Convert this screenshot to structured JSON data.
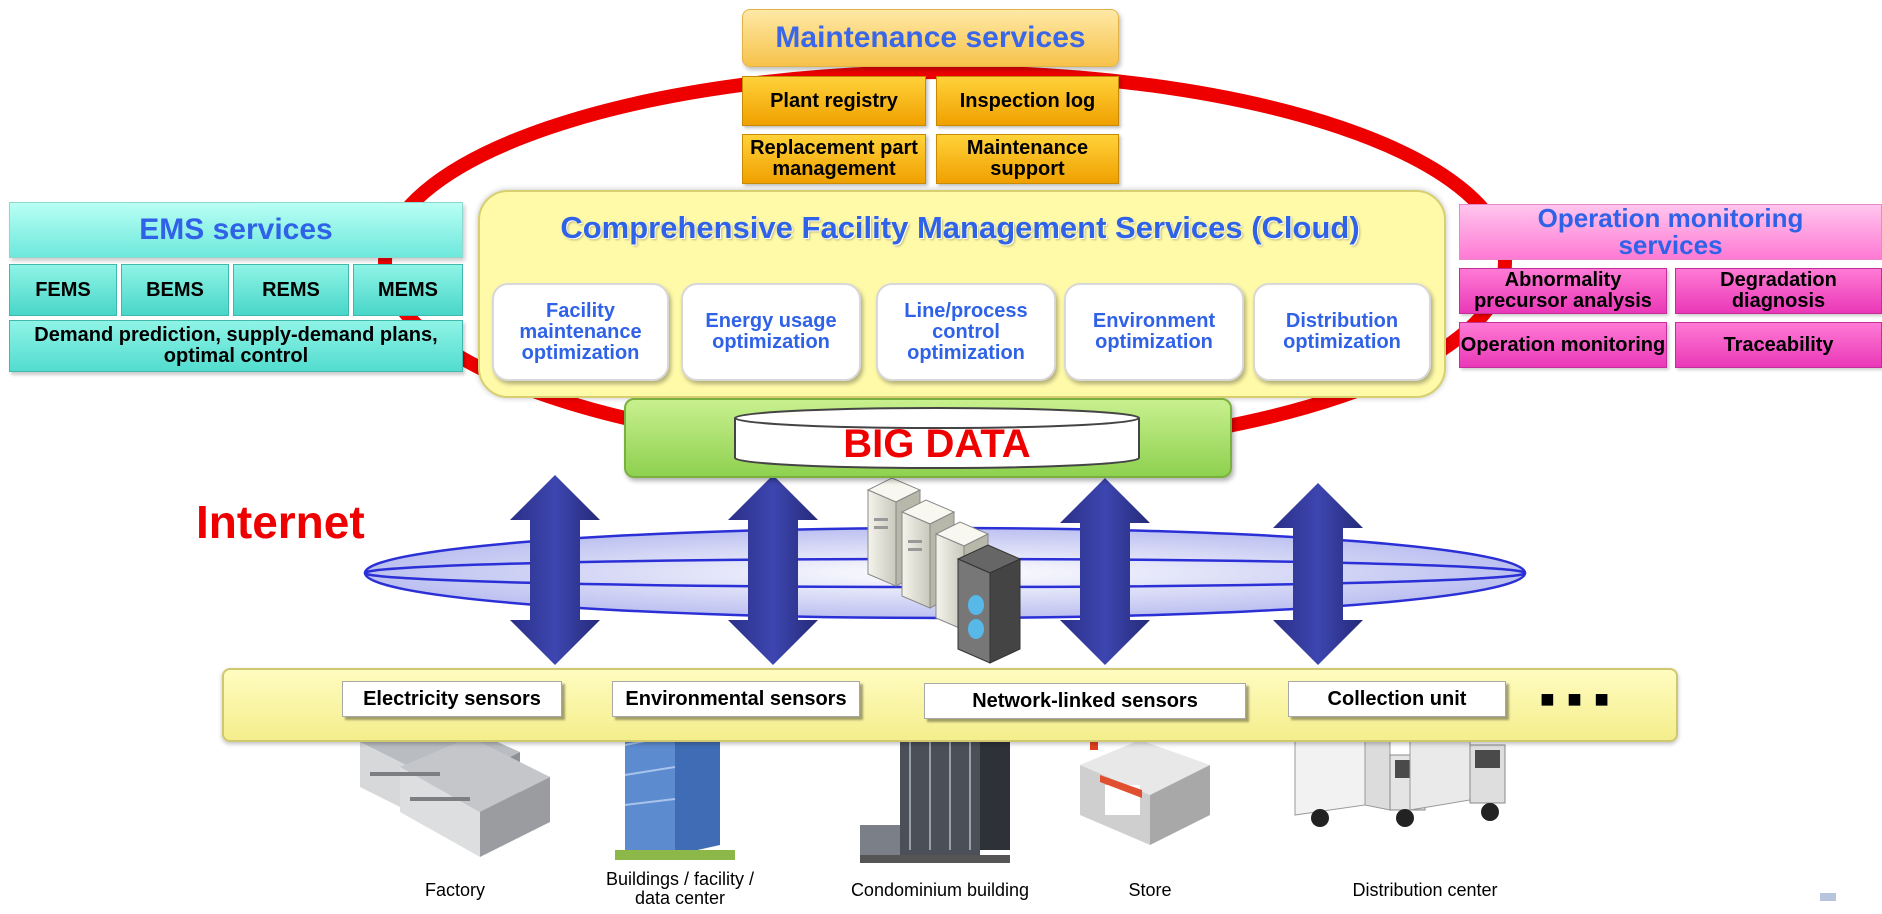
{
  "maintenance": {
    "title": "Maintenance services",
    "items": [
      "Plant registry",
      "Inspection log",
      "Replacement part management",
      "Maintenance support"
    ]
  },
  "ems": {
    "title": "EMS services",
    "items": [
      "FEMS",
      "BEMS",
      "REMS",
      "MEMS"
    ],
    "description": "Demand prediction, supply-demand plans, optimal control"
  },
  "cloud": {
    "title": "Comprehensive Facility Management Services (Cloud)",
    "items": [
      "Facility maintenance optimization",
      "Energy usage optimization",
      "Line/process control optimization",
      "Environment optimization",
      "Distribution optimization"
    ]
  },
  "operation": {
    "title": "Operation monitoring services",
    "items": [
      "Abnormality precursor analysis",
      "Degradation diagnosis",
      "Operation monitoring",
      "Traceability"
    ]
  },
  "bigdata": {
    "label": "BIG DATA"
  },
  "internet": {
    "label": "Internet"
  },
  "sensors": {
    "items": [
      "Electricity sensors",
      "Environmental sensors",
      "Network-linked sensors",
      "Collection unit"
    ],
    "more": "■ ■ ■"
  },
  "facilities": [
    "Factory",
    "Buildings / facility / data center",
    "Condominium building",
    "Store",
    "Distribution center"
  ],
  "colors": {
    "ring": "#ee0000",
    "arrow": "#2e3592",
    "maintenance_title": "#3a66e8",
    "big_data": "#ee0000"
  },
  "icons": [
    "server-icon",
    "factory-icon",
    "office-building-icon",
    "condominium-icon",
    "store-icon",
    "truck-icon"
  ]
}
